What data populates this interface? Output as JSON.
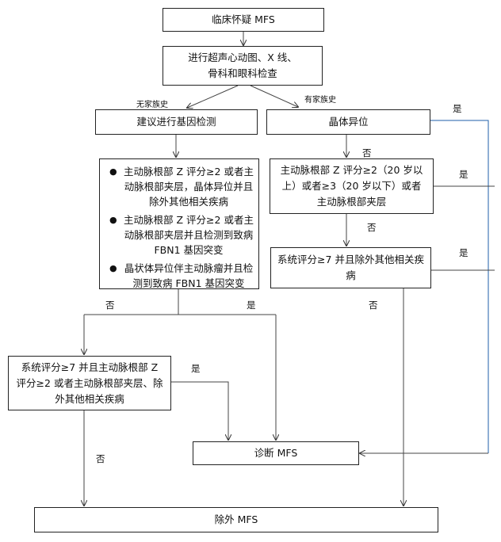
{
  "nodes": {
    "suspect": "临床怀疑 MFS",
    "exam_line1": "进行超声心动图、X 线、",
    "exam_line2": "骨科和眼科检查",
    "gene_test": "建议进行基因检测",
    "lens": "晶体异位",
    "zscore_check": "主动脉根部 Z 评分≥2（20 岁以上）或者≥3（20 岁以下）或者主动脉根部夹层",
    "systemic_check": "系统评分≥7 并且除外其他相关疾病",
    "criteria": [
      "主动脉根部 Z 评分≥2 或者主动脉根部夹层，晶体异位并且除外其他相关疾病",
      "主动脉根部 Z 评分≥2 或者主动脉根部夹层并且检测到致病 FBN1 基因突变",
      "晶状体异位伴主动脉瘤并且检测到致病 FBN1 基因突变"
    ],
    "combined_check": "系统评分≥7 并且主动脉根部 Z 评分≥2 或者主动脉根部夹层、除外其他相关疾病",
    "diagnose": "诊断 MFS",
    "exclude": "除外 MFS"
  },
  "labels": {
    "no_family": "无家族史",
    "family": "有家族史",
    "yes": "是",
    "no": "否"
  }
}
